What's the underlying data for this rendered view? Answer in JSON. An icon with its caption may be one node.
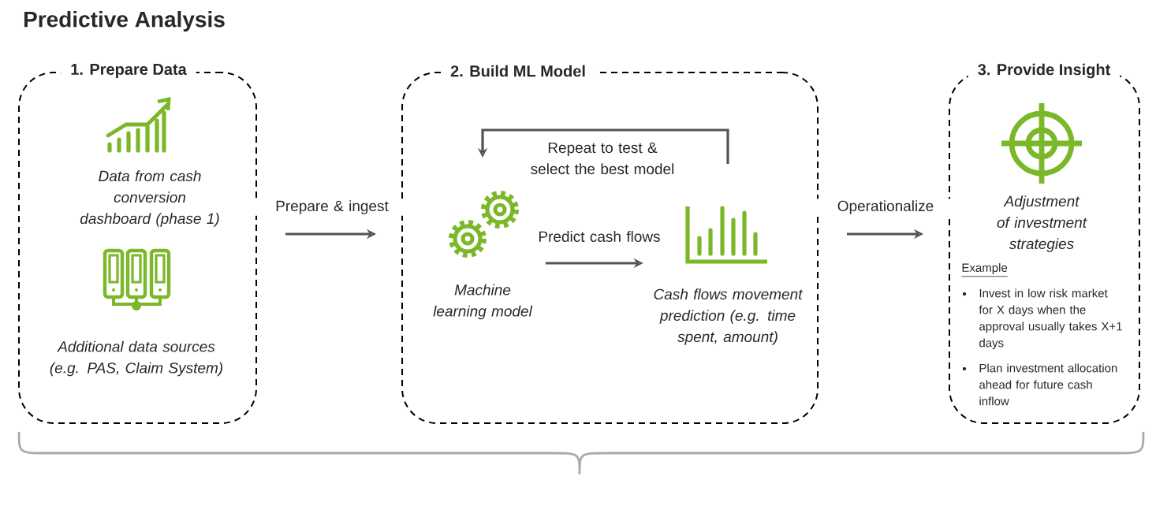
{
  "diagram": {
    "title": "Predictive Analysis",
    "nodes": [
      {
        "text": [
          "1. Prepare Data"
        ]
      },
      {
        "text": [
          "Data from cash conversion dashboard (phase 1)"
        ],
        "in": 0
      },
      {
        "text": [
          "Additional data sources (e.g. PAS, Claim System)"
        ],
        "in": 0
      },
      {
        "text": [
          "2. Build ML Model"
        ]
      },
      {
        "text": [
          "Machine learning model"
        ],
        "in": 3
      },
      {
        "text": [
          "Cash flows movement prediction (e.g. time spent, amount)"
        ],
        "in": 3
      },
      {
        "text": [
          "3. Provide Insight"
        ]
      },
      {
        "text": [
          "Adjustment of investment strategies"
        ],
        "in": 6
      }
    ],
    "edges": [
      {
        "from": 0,
        "to": 3,
        "arrow": "to",
        "label": "Prepare & ingest"
      },
      {
        "from": 4,
        "to": 5,
        "arrow": "to",
        "label": "Predict cash flows"
      },
      {
        "from": 5,
        "to": 4,
        "arrow": "to",
        "label": "Repeat to test & select the best model"
      },
      {
        "from": 3,
        "to": 6,
        "arrow": "to",
        "label": "Operationalize"
      }
    ],
    "labels": [
      "Example",
      "Invest in low risk market for X days when the approval usually takes X+1 days",
      "Plan investment allocation ahead for future cash inflow"
    ]
  }
}
